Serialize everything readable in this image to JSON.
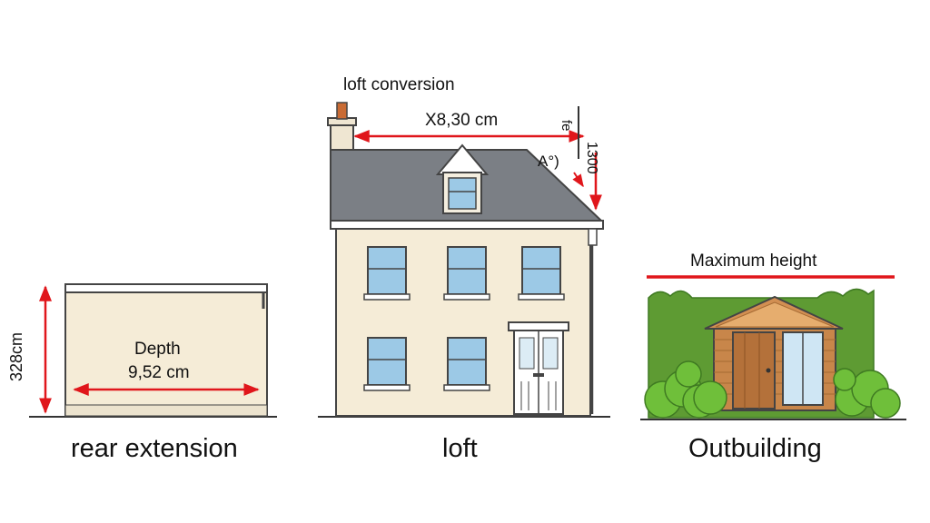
{
  "labels": {
    "loft_conversion": "loft conversion",
    "loft_width": "X8,30 cm",
    "loft_side_a": "fe",
    "loft_side_b": "1300",
    "loft_pitch": "A°)",
    "extension_height": "328cm",
    "extension_depth_title": "Depth",
    "extension_depth_value": "9,52 cm",
    "max_height": "Maximum height",
    "caption_extension": "rear extension",
    "caption_loft": "loft",
    "caption_outbuilding": "Outbuilding"
  },
  "colors": {
    "dimension_red": "#e0161b",
    "wall_cream": "#f5ecd7",
    "roof_grey": "#7b7f85",
    "window_blue": "#9cc9e6",
    "wood_brown": "#c8864a",
    "hedge_green": "#5e9b33",
    "bush_green": "#6fbf3a"
  }
}
